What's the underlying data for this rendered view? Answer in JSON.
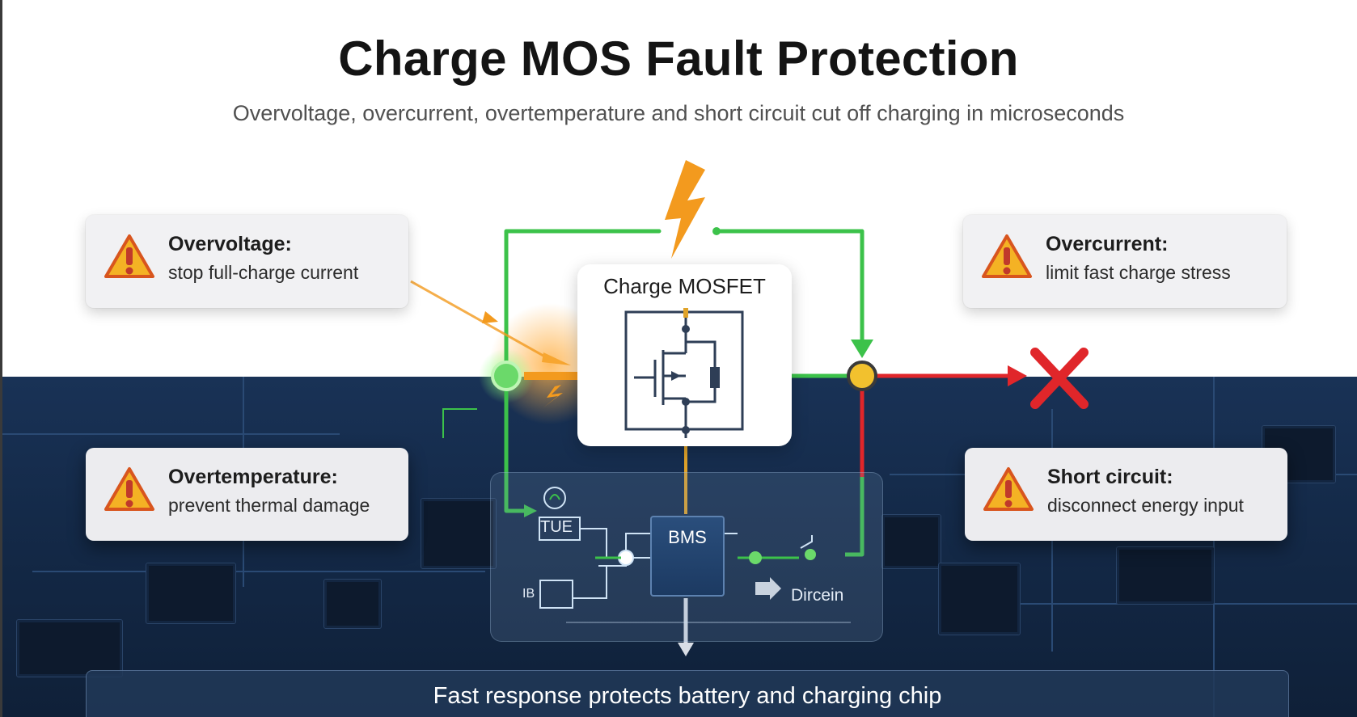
{
  "title": "Charge MOS Fault Protection",
  "subtitle": "Overvoltage, overcurrent, overtemperature and short circuit cut off charging in microseconds",
  "faults": [
    {
      "label": "Overvoltage:",
      "description": "stop full-charge current"
    },
    {
      "label": "Overcurrent:",
      "description": "limit fast charge stress"
    },
    {
      "label": "Overtemperature:",
      "description": "prevent thermal damage"
    },
    {
      "label": "Short circuit:",
      "description": "disconnect energy input"
    }
  ],
  "mosfet": {
    "title": "Charge MOSFET"
  },
  "bms": {
    "chip_label": "BMS",
    "left_block_label": "TUE",
    "lower_left_label": "IB",
    "output_label": "Dircein"
  },
  "footer": "Fast response protects battery and charging chip",
  "colors": {
    "path_ok": "#3cc24a",
    "path_fault": "#e0262a",
    "surge": "#f39a1e",
    "warning": "#f4b224",
    "node_green": "#6bd96a",
    "node_yellow": "#f2c12e"
  },
  "icons": [
    "warning-triangle-icon",
    "lightning-icon",
    "cutoff-x-icon",
    "mosfet-symbol-icon"
  ]
}
